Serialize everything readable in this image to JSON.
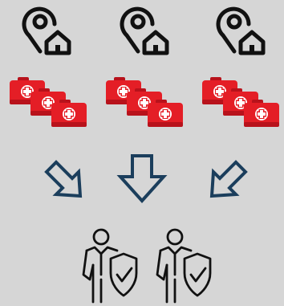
{
  "colors": {
    "background": "#d6d6d6",
    "icon_stroke": "#111111",
    "kit_red": "#e41e26",
    "kit_red_dark": "#b8121b",
    "arrow_stroke": "#1b3e5c"
  },
  "rows": {
    "locations": {
      "count": 3,
      "icon": "home-location-pin-icon"
    },
    "kits": {
      "count": 3,
      "kits_per_group": 3,
      "icon": "first-aid-kit-icon"
    },
    "arrows": {
      "directions": [
        "down-right",
        "down",
        "down-left"
      ],
      "icon": "arrow-icon"
    },
    "people": {
      "count": 2,
      "icon": "protected-person-shield-icon"
    }
  }
}
